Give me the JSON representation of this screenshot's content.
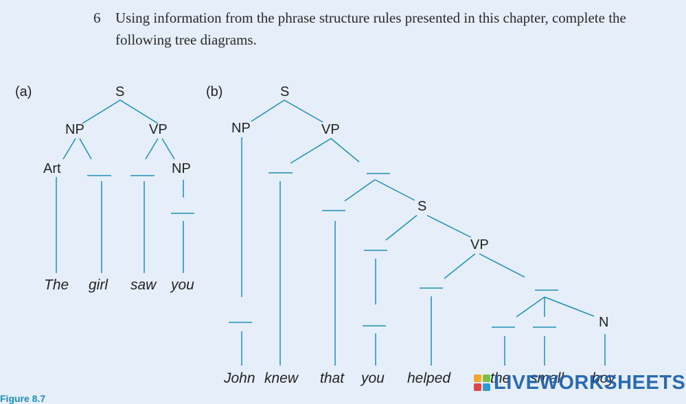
{
  "exercise": {
    "number": "6",
    "text": "Using information from the phrase structure rules presented in this chapter, complete the following tree diagrams."
  },
  "tree_a": {
    "label": "(a)",
    "nodes": {
      "S": "S",
      "NP": "NP",
      "VP": "VP",
      "Art": "Art",
      "NP2": "NP"
    },
    "words": [
      "The",
      "girl",
      "saw",
      "you"
    ]
  },
  "tree_b": {
    "label": "(b)",
    "nodes": {
      "S": "S",
      "NP": "NP",
      "VP": "VP",
      "S2": "S",
      "VP2": "VP",
      "N": "N"
    },
    "words": [
      "John",
      "knew",
      "that",
      "you",
      "helped",
      "the",
      "small",
      "boy"
    ]
  },
  "figure_caption": "Figure 8.7",
  "watermark": {
    "text": "LIVEWORKSHEETS",
    "logo_colors": [
      "#f5a623",
      "#7ac142",
      "#e2434b",
      "#2f9bd6"
    ]
  },
  "colors": {
    "line": "#1c8fb4",
    "background": "#e6eef9",
    "text": "#222222"
  }
}
